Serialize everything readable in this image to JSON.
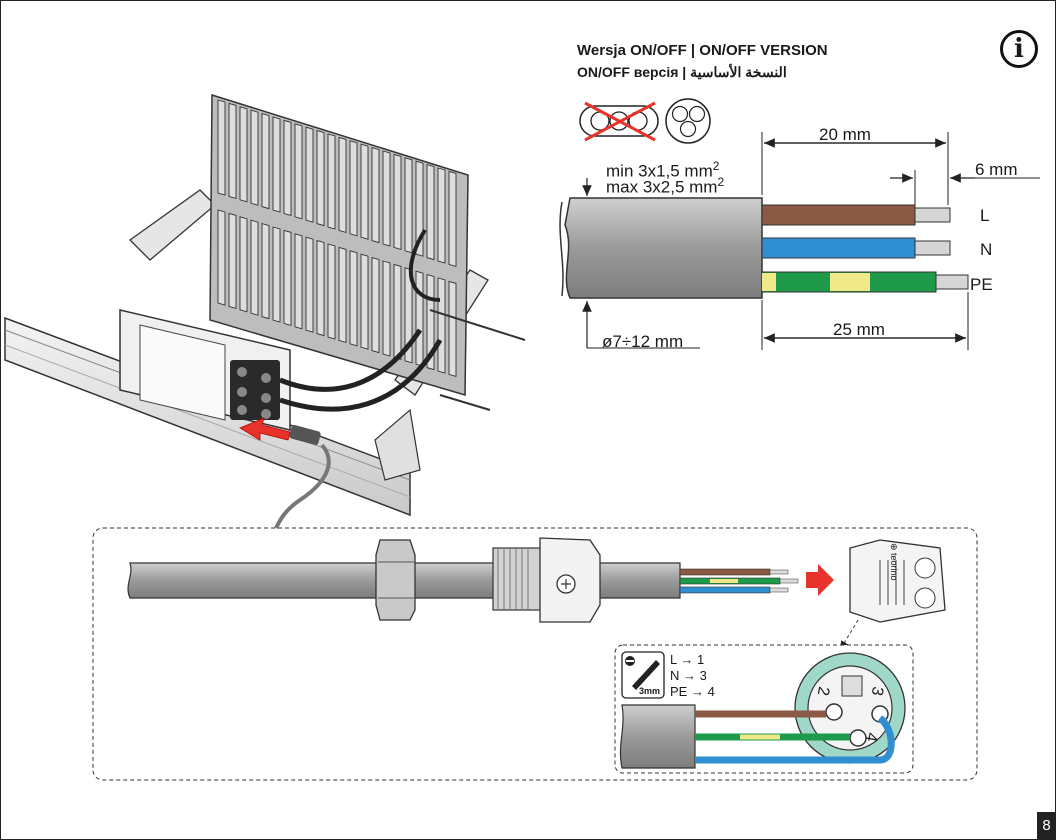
{
  "title": {
    "line1": "Wersja ON/OFF | ON/OFF VERSION",
    "line2": "ON/OFF версія | النسخة الأساسية"
  },
  "cable_spec": {
    "min": "min  3x1,5 mm",
    "max": "max 3x2,5 mm",
    "sup": "2",
    "diameter": "ø7÷12 mm"
  },
  "dimensions": {
    "strip_outer": "20 mm",
    "strip_inner": "6 mm",
    "strip_pe": "25 mm"
  },
  "wires": {
    "l": "L",
    "n": "N",
    "pe": "PE"
  },
  "mapping": {
    "l": "L → 1",
    "n": "N → 3",
    "pe": "PE → 4",
    "tool": "3mm"
  },
  "terminal_numbers": [
    "2",
    "3",
    "4"
  ],
  "brand": "⊕ teorino",
  "page_number": "8",
  "colors": {
    "brown": "#8a5a44",
    "blue": "#2f8fd0",
    "green": "#1e9a4a",
    "yellow": "#f0e98a",
    "gray": "#a6a6a6",
    "red": "#e8332a",
    "teal": "#9fd8c8"
  }
}
